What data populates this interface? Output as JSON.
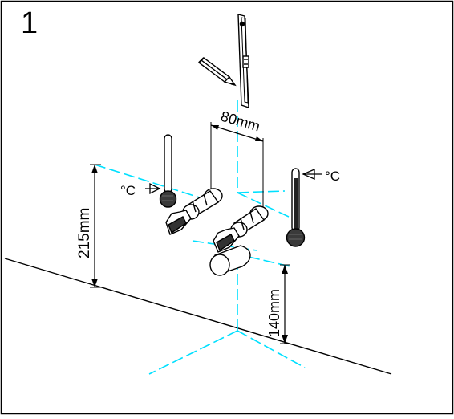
{
  "step_number": "1",
  "dimensions": {
    "spacing": "80mm",
    "height_upper": "215mm",
    "height_lower": "140mm"
  },
  "temperature": {
    "left_label": "°C",
    "right_label": "°C"
  },
  "colors": {
    "guide_line": "#00e0ff",
    "outline": "#000000",
    "background": "#ffffff"
  },
  "icons": [
    "spirit-level-icon",
    "pencil-icon",
    "thermometer-icon",
    "angle-valve-icon",
    "siphon-icon"
  ]
}
